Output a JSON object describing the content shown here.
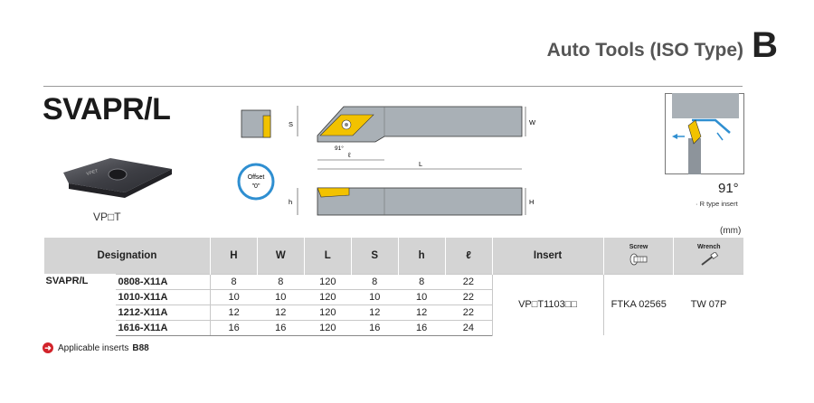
{
  "header": {
    "section_title": "Auto Tools (ISO Type)",
    "section_letter": "B"
  },
  "product": {
    "code": "SVAPR/L",
    "insert_label": "VP□T"
  },
  "drawing": {
    "offset_label_line1": "Offset",
    "offset_label_line2": "\"0\"",
    "dims": {
      "S": "S",
      "W": "W",
      "h": "h",
      "H": "H",
      "L": "L",
      "l": "ℓ",
      "angle": "91°"
    }
  },
  "inset": {
    "angle": "91°",
    "note": "· R type insert"
  },
  "table": {
    "unit": "(mm)",
    "headers": {
      "designation": "Designation",
      "H": "H",
      "W": "W",
      "L": "L",
      "S": "S",
      "h": "h",
      "l": "ℓ",
      "insert": "Insert",
      "screw": "Screw",
      "wrench": "Wrench"
    },
    "series": "SVAPR/L",
    "rows": [
      {
        "code": "0808-X11A",
        "H": "8",
        "W": "8",
        "L": "120",
        "S": "8",
        "h": "8",
        "l": "22"
      },
      {
        "code": "1010-X11A",
        "H": "10",
        "W": "10",
        "L": "120",
        "S": "10",
        "h": "10",
        "l": "22"
      },
      {
        "code": "1212-X11A",
        "H": "12",
        "W": "12",
        "L": "120",
        "S": "12",
        "h": "12",
        "l": "22"
      },
      {
        "code": "1616-X11A",
        "H": "16",
        "W": "16",
        "L": "120",
        "S": "16",
        "h": "16",
        "l": "24"
      }
    ],
    "insert": "VP□T1103□□",
    "screw": "FTKA 02565",
    "wrench": "TW 07P"
  },
  "footnote": {
    "text": "Applicable inserts",
    "ref": "B88"
  },
  "colors": {
    "accent_red": "#d2232a",
    "tool_body": "#a9b0b6",
    "insert_gold": "#f2c200",
    "offset_blue": "#2f8fd1"
  }
}
